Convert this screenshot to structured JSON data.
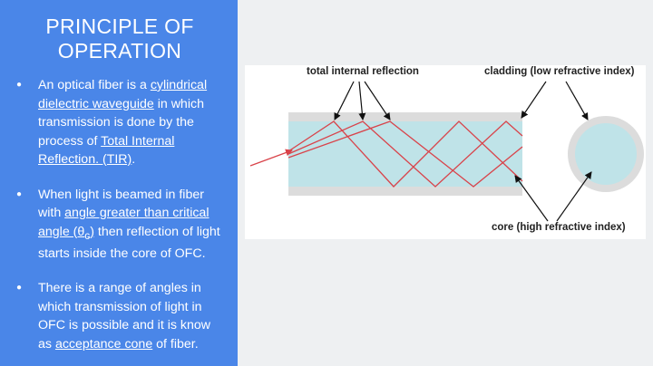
{
  "slide": {
    "title_line1": "PRINCIPLE OF",
    "title_line2": "OPERATION",
    "bullet1": {
      "t1": "An optical fiber is a ",
      "u1": "cylindrical dielectric waveguide",
      "t2": " in which transmission is done by the process of ",
      "u2": "Total Internal Reflection. (TIR)",
      "t3": "."
    },
    "bullet2": {
      "t1": "When light is beamed in fiber with ",
      "u1": "angle greater than critical angle (θ",
      "sub": "c",
      "u2": ")",
      "t2": " then reflection of light starts inside the core of OFC."
    },
    "bullet3": {
      "t1": "There is a range of angles in which transmission of light in OFC is possible and it is know as ",
      "u1": "acceptance cone",
      "t2": " of fiber."
    }
  },
  "diagram": {
    "labels": {
      "tir": "total internal reflection",
      "cladding": "cladding (low refractive index)",
      "core": "core (high refractive index)"
    },
    "colors": {
      "panel": "#4a86e8",
      "core": "#bfe3e8",
      "cladding": "#dcdcdc",
      "ray": "#d9434a",
      "arrow": "#111111"
    }
  }
}
